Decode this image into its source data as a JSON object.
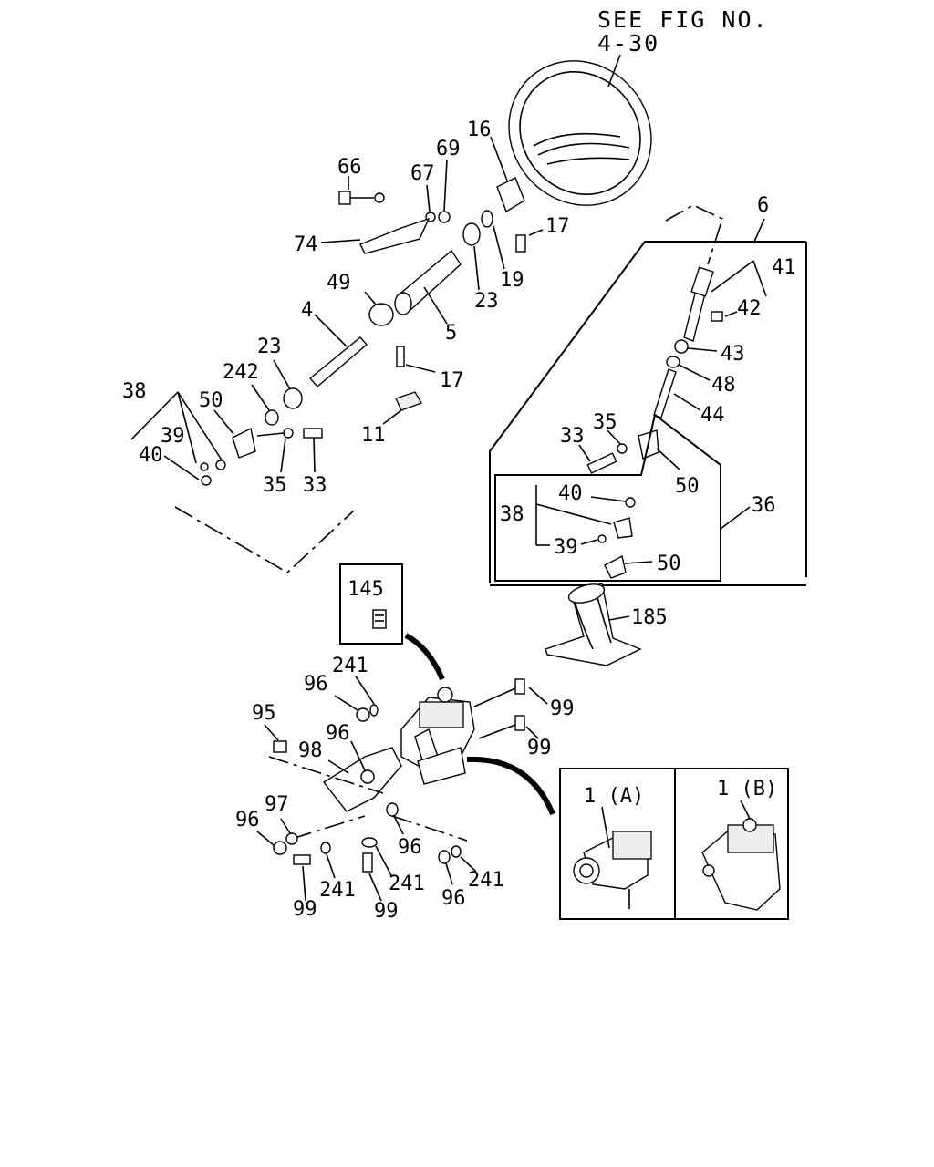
{
  "header": {
    "line1": "SEE FIG NO.",
    "line2": "4-30"
  },
  "callouts": [
    {
      "id": "c66",
      "text": "66"
    },
    {
      "id": "c67",
      "text": "67"
    },
    {
      "id": "c69",
      "text": "69"
    },
    {
      "id": "c16",
      "text": "16"
    },
    {
      "id": "c17a",
      "text": "17"
    },
    {
      "id": "c74",
      "text": "74"
    },
    {
      "id": "c19",
      "text": "19"
    },
    {
      "id": "c23a",
      "text": "23"
    },
    {
      "id": "c49",
      "text": "49"
    },
    {
      "id": "c5",
      "text": "5"
    },
    {
      "id": "c4",
      "text": "4"
    },
    {
      "id": "c17b",
      "text": "17"
    },
    {
      "id": "c23b",
      "text": "23"
    },
    {
      "id": "c242",
      "text": "242"
    },
    {
      "id": "c38a",
      "text": "38"
    },
    {
      "id": "c50a",
      "text": "50"
    },
    {
      "id": "c39a",
      "text": "39"
    },
    {
      "id": "c40a",
      "text": "40"
    },
    {
      "id": "c35a",
      "text": "35"
    },
    {
      "id": "c33a",
      "text": "33"
    },
    {
      "id": "c11",
      "text": "11"
    },
    {
      "id": "c6",
      "text": "6"
    },
    {
      "id": "c41",
      "text": "41"
    },
    {
      "id": "c42",
      "text": "42"
    },
    {
      "id": "c43",
      "text": "43"
    },
    {
      "id": "c48",
      "text": "48"
    },
    {
      "id": "c44",
      "text": "44"
    },
    {
      "id": "c35b",
      "text": "35"
    },
    {
      "id": "c33b",
      "text": "33"
    },
    {
      "id": "c50b",
      "text": "50"
    },
    {
      "id": "c36",
      "text": "36"
    },
    {
      "id": "c40b",
      "text": "40"
    },
    {
      "id": "c38b",
      "text": "38"
    },
    {
      "id": "c39b",
      "text": "39"
    },
    {
      "id": "c50c",
      "text": "50"
    },
    {
      "id": "c145",
      "text": "145"
    },
    {
      "id": "c185",
      "text": "185"
    },
    {
      "id": "c241a",
      "text": "241"
    },
    {
      "id": "c96a",
      "text": "96"
    },
    {
      "id": "c99a",
      "text": "99"
    },
    {
      "id": "c95",
      "text": "95"
    },
    {
      "id": "c96b",
      "text": "96"
    },
    {
      "id": "c99b",
      "text": "99"
    },
    {
      "id": "c98",
      "text": "98"
    },
    {
      "id": "c97",
      "text": "97"
    },
    {
      "id": "c96c",
      "text": "96"
    },
    {
      "id": "c96d",
      "text": "96"
    },
    {
      "id": "c241b",
      "text": "241"
    },
    {
      "id": "c241c",
      "text": "241"
    },
    {
      "id": "c241d",
      "text": "241"
    },
    {
      "id": "c99c",
      "text": "99"
    },
    {
      "id": "c99d",
      "text": "99"
    },
    {
      "id": "c96e",
      "text": "96"
    },
    {
      "id": "c1a",
      "text": "1 (A)"
    },
    {
      "id": "c1b",
      "text": "1 (B)"
    }
  ]
}
